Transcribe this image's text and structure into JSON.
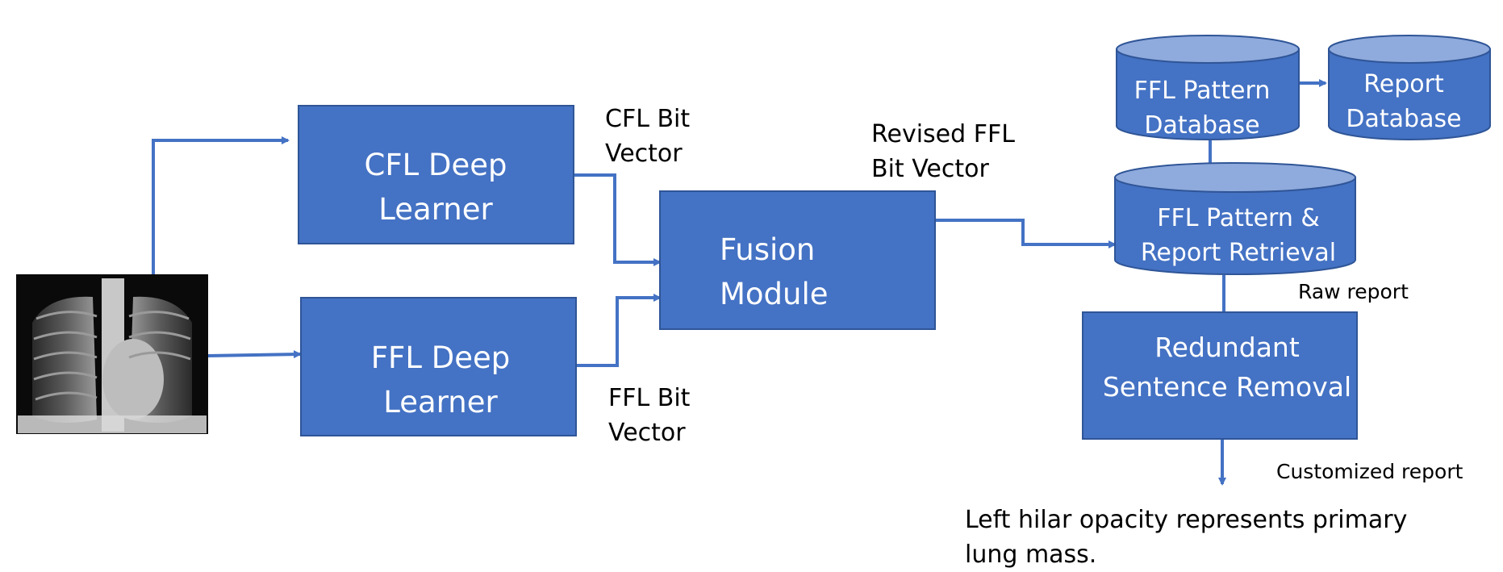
{
  "colors": {
    "box_fill": "#4472c4",
    "box_border": "#2f5597",
    "cylinder_fill": "#4472c4",
    "cylinder_top": "#8faadc",
    "arrow": "#4472c4"
  },
  "image": {
    "icon": "chest-xray-image"
  },
  "boxes": {
    "cfl": {
      "line1": "CFL Deep",
      "line2": "Learner"
    },
    "ffl": {
      "line1": "FFL Deep",
      "line2": "Learner"
    },
    "fusion": {
      "line1": "Fusion",
      "line2": "Module"
    },
    "redundant": {
      "line1": "Redundant",
      "line2": "Sentence Removal"
    }
  },
  "databases": {
    "ffl_pattern": {
      "line1": "FFL Pattern",
      "line2": "Database"
    },
    "report": {
      "line1": "Report",
      "line2": "Database"
    },
    "retrieval": {
      "line1": "FFL Pattern &",
      "line2": "Report Retrieval"
    }
  },
  "labels": {
    "cfl_bit": {
      "line1": "CFL Bit",
      "line2": "Vector"
    },
    "ffl_bit": {
      "line1": "FFL Bit",
      "line2": "Vector"
    },
    "revised_ffl": {
      "line1": "Revised FFL",
      "line2": "Bit Vector"
    },
    "raw_report": "Raw report",
    "customized_report": "Customized report"
  },
  "output": {
    "line1": "Left hilar opacity represents primary",
    "line2": "lung mass."
  }
}
